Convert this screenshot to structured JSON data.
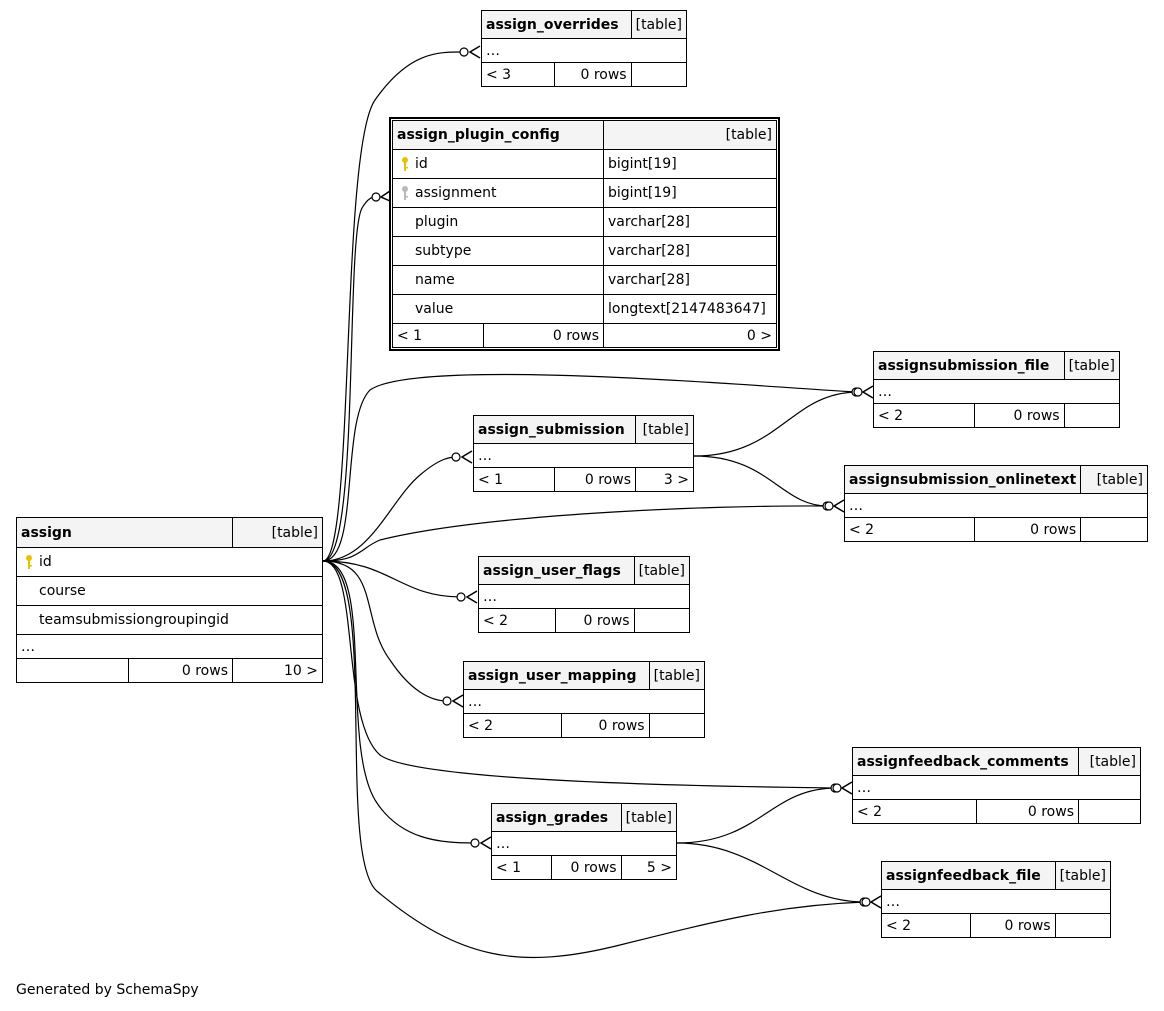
{
  "tables": {
    "assign": {
      "name": "assign",
      "type": "[table]",
      "columns": [
        "id",
        "course",
        "teamsubmissiongroupingid"
      ],
      "more": "…",
      "footer": [
        "",
        "0 rows",
        "10 >"
      ]
    },
    "assign_overrides": {
      "name": "assign_overrides",
      "type": "[table]",
      "more": "…",
      "footer": [
        "< 3",
        "0 rows",
        ""
      ]
    },
    "assign_plugin_config": {
      "name": "assign_plugin_config",
      "type": "[table]",
      "columns": [
        {
          "name": "id",
          "type": "bigint[19]"
        },
        {
          "name": "assignment",
          "type": "bigint[19]"
        },
        {
          "name": "plugin",
          "type": "varchar[28]"
        },
        {
          "name": "subtype",
          "type": "varchar[28]"
        },
        {
          "name": "name",
          "type": "varchar[28]"
        },
        {
          "name": "value",
          "type": "longtext[2147483647]"
        }
      ],
      "footer": [
        "< 1",
        "0 rows",
        "0 >"
      ]
    },
    "assignsubmission_file": {
      "name": "assignsubmission_file",
      "type": "[table]",
      "more": "…",
      "footer": [
        "< 2",
        "0 rows",
        ""
      ]
    },
    "assign_submission": {
      "name": "assign_submission",
      "type": "[table]",
      "more": "…",
      "footer": [
        "< 1",
        "0 rows",
        "3 >"
      ]
    },
    "assignsubmission_onlinetext": {
      "name": "assignsubmission_onlinetext",
      "type": "[table]",
      "more": "…",
      "footer": [
        "< 2",
        "0 rows",
        ""
      ]
    },
    "assign_user_flags": {
      "name": "assign_user_flags",
      "type": "[table]",
      "more": "…",
      "footer": [
        "< 2",
        "0 rows",
        ""
      ]
    },
    "assign_user_mapping": {
      "name": "assign_user_mapping",
      "type": "[table]",
      "more": "…",
      "footer": [
        "< 2",
        "0 rows",
        ""
      ]
    },
    "assignfeedback_comments": {
      "name": "assignfeedback_comments",
      "type": "[table]",
      "more": "…",
      "footer": [
        "< 2",
        "0 rows",
        ""
      ]
    },
    "assign_grades": {
      "name": "assign_grades",
      "type": "[table]",
      "more": "…",
      "footer": [
        "< 1",
        "0 rows",
        "5 >"
      ]
    },
    "assignfeedback_file": {
      "name": "assignfeedback_file",
      "type": "[table]",
      "more": "…",
      "footer": [
        "< 2",
        "0 rows",
        ""
      ]
    }
  },
  "colors": {
    "primary_key": "#e6c200",
    "foreign_key": "#b8b8b8",
    "header_bg": "#f4f4f4"
  },
  "footer_text": "Generated by SchemaSpy"
}
